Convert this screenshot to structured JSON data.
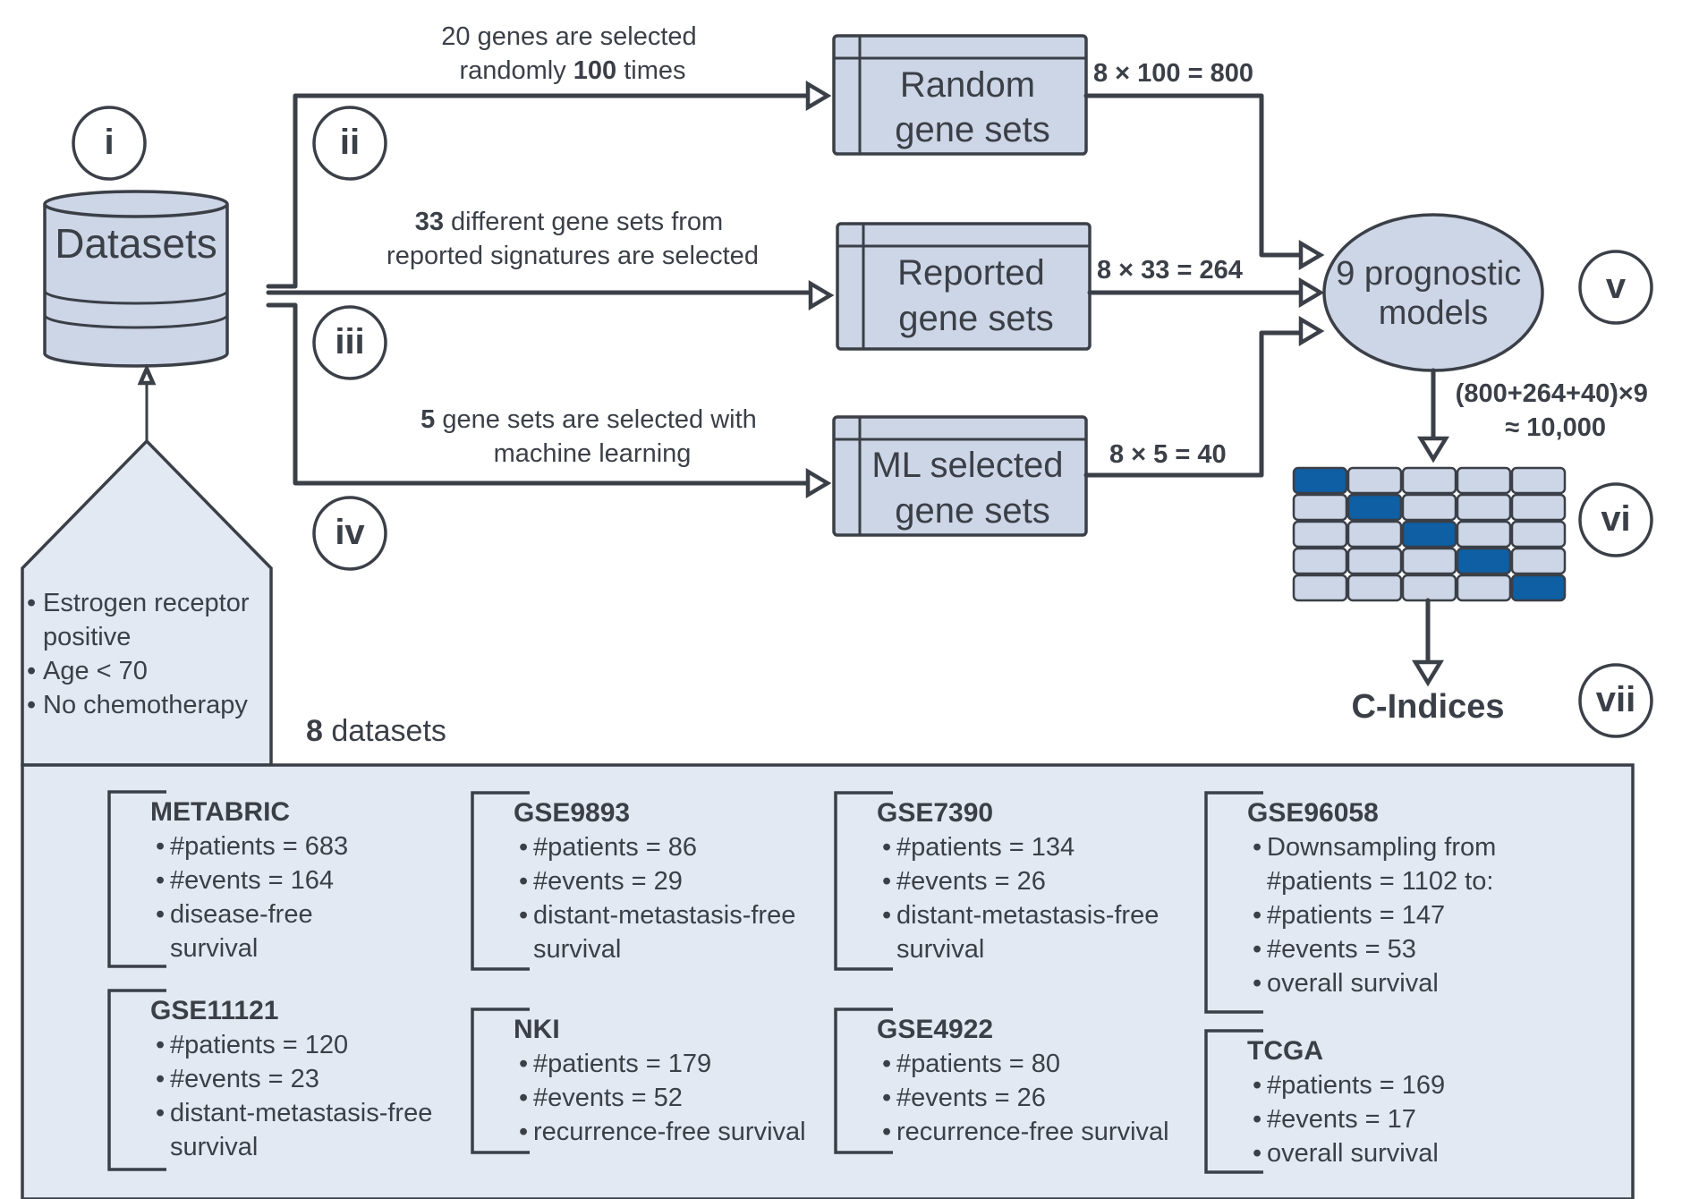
{
  "roman": {
    "i": "i",
    "ii": "ii",
    "iii": "iii",
    "iv": "iv",
    "v": "v",
    "vi": "vi",
    "vii": "vii"
  },
  "datasets_label": "Datasets",
  "criteria": [
    "Estrogen receptor",
    "positive",
    "Age < 70",
    "No chemotherapy"
  ],
  "random": {
    "caption_line1": "20 genes are selected",
    "caption_line2_a": "randomly ",
    "caption_line2_b": "100",
    "caption_line2_c": " times",
    "box_line1": "Random",
    "box_line2": "gene sets",
    "count": "8 × 100 = 800"
  },
  "reported": {
    "caption_line1_a": "33",
    "caption_line1_b": " different gene sets from",
    "caption_line2": "reported signatures are selected",
    "box_line1": "Reported",
    "box_line2": "gene sets",
    "count": "8 × 33 = 264"
  },
  "ml": {
    "caption_line1_a": "5",
    "caption_line1_b": " gene sets are selected with",
    "caption_line2": "machine learning",
    "box_line1": "ML selected",
    "box_line2": "gene sets",
    "count": "8 × 5 = 40"
  },
  "models": {
    "line1": "9 prognostic",
    "line2": "models"
  },
  "total": {
    "line1": "(800+264+40)×9",
    "line2": "≈ 10,000"
  },
  "cindices": "C-Indices",
  "datasets_count": {
    "num": "8",
    "label": " datasets"
  },
  "dataset_cards": [
    {
      "name": "METABRIC",
      "lines": [
        "•#patients = 683",
        "•#events = 164",
        "•disease-free",
        " survival"
      ]
    },
    {
      "name": "GSE9893",
      "lines": [
        "•#patients = 86",
        "•#events = 29",
        "•distant-metastasis-free",
        " survival"
      ]
    },
    {
      "name": "GSE7390",
      "lines": [
        "•#patients = 134",
        "•#events = 26",
        "•distant-metastasis-free",
        " survival"
      ]
    },
    {
      "name": "GSE96058",
      "lines": [
        "•Downsampling from",
        " #patients = 1102 to:",
        "•#patients = 147",
        "•#events = 53",
        "•overall survival"
      ]
    },
    {
      "name": "GSE11121",
      "lines": [
        "•#patients = 120",
        "•#events = 23",
        "•distant-metastasis-free",
        " survival"
      ]
    },
    {
      "name": "NKI",
      "lines": [
        "•#patients = 179",
        "•#events = 52",
        "•recurrence-free survival"
      ]
    },
    {
      "name": "GSE4922",
      "lines": [
        "•#patients = 80",
        "•#events = 26",
        "•recurrence-free survival"
      ]
    },
    {
      "name": "TCGA",
      "lines": [
        "•#patients = 169",
        "•#events = 17",
        "•overall survival"
      ]
    }
  ],
  "colors": {
    "light_fill": "#cdd6e6",
    "panel_fill": "#e3e9f3",
    "dark_cell": "#0e5fa3",
    "line": "#3b3f47"
  }
}
